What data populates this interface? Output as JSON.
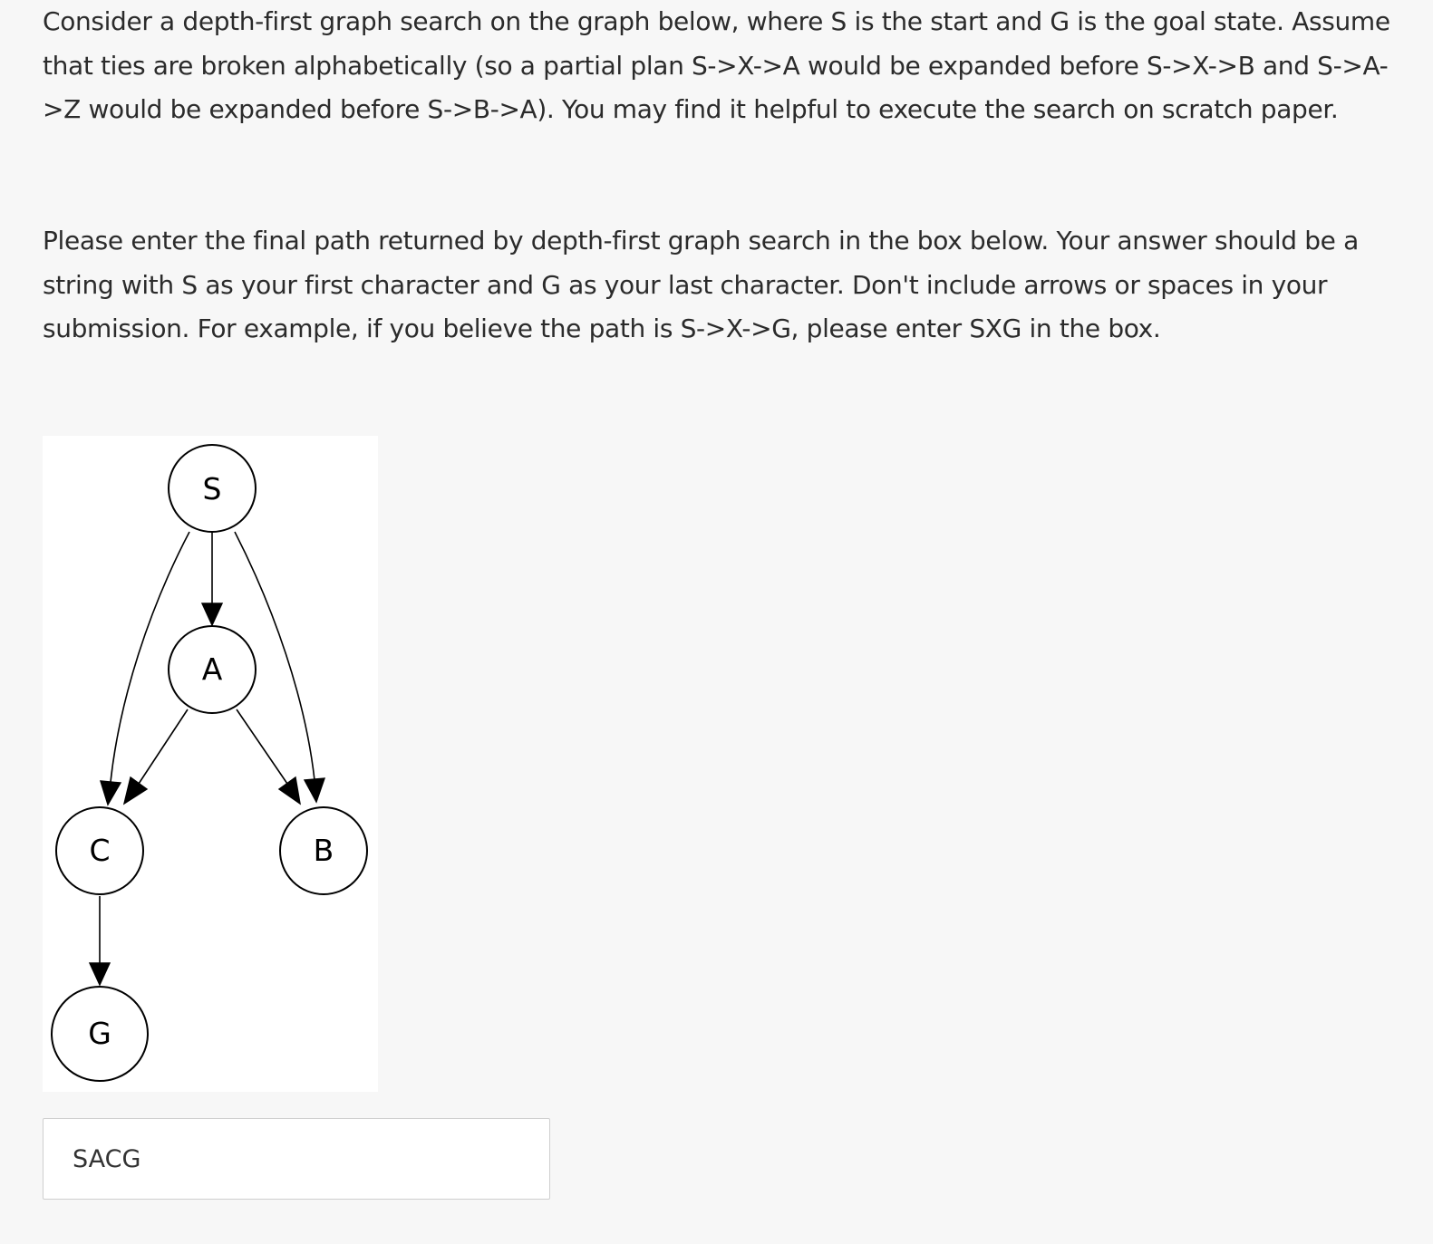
{
  "question": {
    "paragraph_1": "Consider a depth-first graph search on the graph below, where S is the start and G is the goal state. Assume that ties are broken alphabetically (so a partial plan S->X->A would be expanded before S->X->B and S->A->Z would be expanded before S->B->A). You may find it helpful to execute the search on scratch paper.",
    "paragraph_2": "Please enter the final path returned by depth-first graph search in the box below. Your answer should be a string with S as your first character and G as your last character. Don't include arrows or spaces in your submission. For example, if you believe the path is S->X->G, please enter SXG in the box."
  },
  "graph": {
    "nodes": [
      {
        "id": "S",
        "label": "S"
      },
      {
        "id": "A",
        "label": "A"
      },
      {
        "id": "C",
        "label": "C"
      },
      {
        "id": "B",
        "label": "B"
      },
      {
        "id": "G",
        "label": "G"
      }
    ],
    "edges": [
      {
        "from": "S",
        "to": "A"
      },
      {
        "from": "S",
        "to": "C"
      },
      {
        "from": "S",
        "to": "B"
      },
      {
        "from": "A",
        "to": "C"
      },
      {
        "from": "A",
        "to": "B"
      },
      {
        "from": "C",
        "to": "G"
      }
    ]
  },
  "answer": {
    "value": "SACG"
  }
}
